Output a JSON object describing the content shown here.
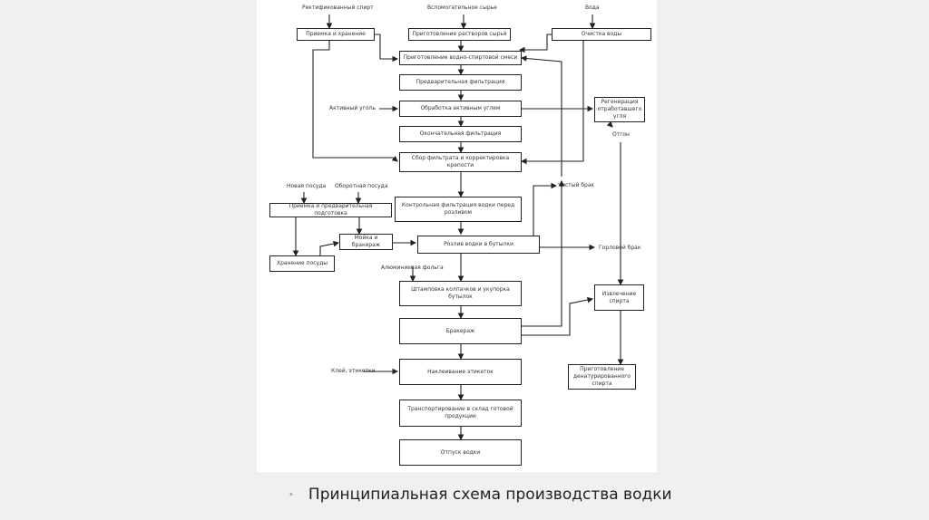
{
  "caption": {
    "bullet": "•",
    "text": "Принципиальная схема производства водки"
  },
  "inputs": {
    "rectified_spirit": "Ректификованный спирт",
    "auxiliary_raw": "Вспомогательное сырье",
    "water": "Вода",
    "activated_carbon": "Активный уголь",
    "new_bottles": "Новая посуда",
    "returnable_bottles": "Оборотная посуда",
    "aluminum_foil": "Алюминиевая фольга",
    "glue_labels": "Клей, этикетки"
  },
  "boxes": {
    "receiving_storage": "Приемка и хранение",
    "raw_solutions": "Приготовление растворов сырья",
    "water_treatment": "Очистка воды",
    "mix_prep": "Приготовление водно-спиртовой смеси",
    "pre_filtration": "Предварительная фильтрация",
    "carbon_treatment": "Обработка активным углем",
    "final_filtration": "Окончательная фильтрация",
    "collect_adjust": "Сбор фильтрата и корректировка крепости",
    "carbon_regen": "Регенерация отработавшего угля",
    "control_filtration": "Контрольная фильтрация водки перед розливом",
    "bottle_receiving": "Приемка и предварительная подготовка",
    "washing_inspection": "Мойка и бракераж",
    "bottle_storage": "Хранение посуды",
    "bottling": "Розлив водки в бутылки",
    "capping": "Штамповка колпачков и укупорка бутылок",
    "inspection": "Бракераж",
    "labeling": "Наклеивание этикеток",
    "transport": "Транспортирование в склад готовой продукции",
    "dispatch": "Отпуск водки",
    "spirit_extraction": "Извлечение спирта",
    "denatured_prep": "Приготовление денатурированного спирта"
  },
  "outputs": {
    "distillate": "Отгон",
    "clean_defect": "Чистый брак",
    "bottle_defect": "Горловой брак"
  }
}
